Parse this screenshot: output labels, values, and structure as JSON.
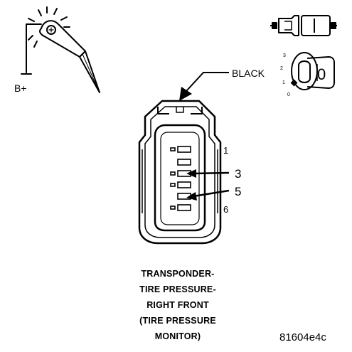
{
  "labels": {
    "power": "B+",
    "wire_color": "BLACK",
    "pin_1": "1",
    "pin_3": "3",
    "pin_5": "5",
    "pin_6": "6"
  },
  "ignition": {
    "positions": [
      "3",
      "2",
      "1",
      "0"
    ],
    "key_position": "0"
  },
  "caption": {
    "lines": [
      "TRANSPONDER-",
      "TIRE PRESSURE-",
      "RIGHT FRONT",
      "(TIRE PRESSURE",
      "MONITOR)"
    ]
  },
  "figure_id": "81604e4c"
}
